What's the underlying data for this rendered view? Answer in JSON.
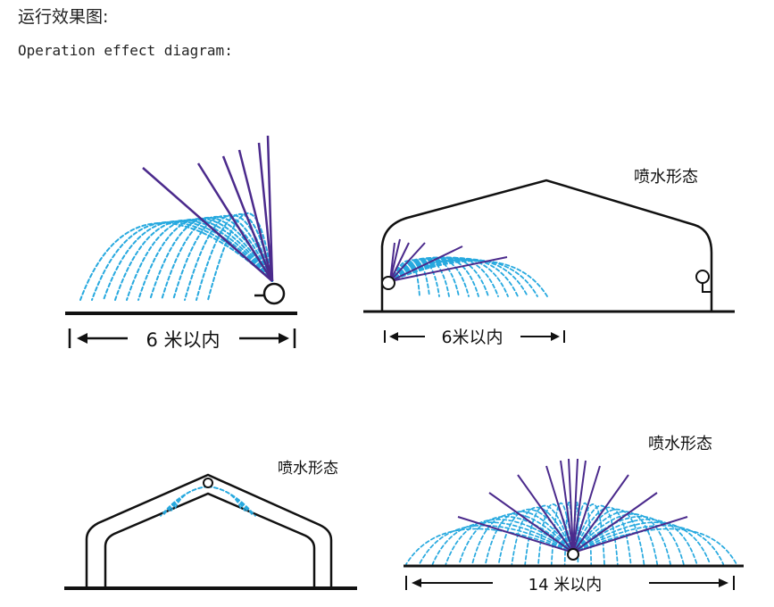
{
  "header": {
    "title_cn": "运行效果图:",
    "title_en": "Operation effect diagram:"
  },
  "colors": {
    "water_spray": "#27a9df",
    "nozzle_line": "#4b2a8c",
    "outline": "#111111"
  },
  "panels": {
    "top_left": {
      "distance_label": "6 米以内"
    },
    "top_right": {
      "caption": "喷水形态",
      "distance_label": "6米以内"
    },
    "bottom_left": {
      "caption": "喷水形态"
    },
    "bottom_right": {
      "caption": "喷水形态",
      "distance_label": "14 米以内"
    }
  }
}
